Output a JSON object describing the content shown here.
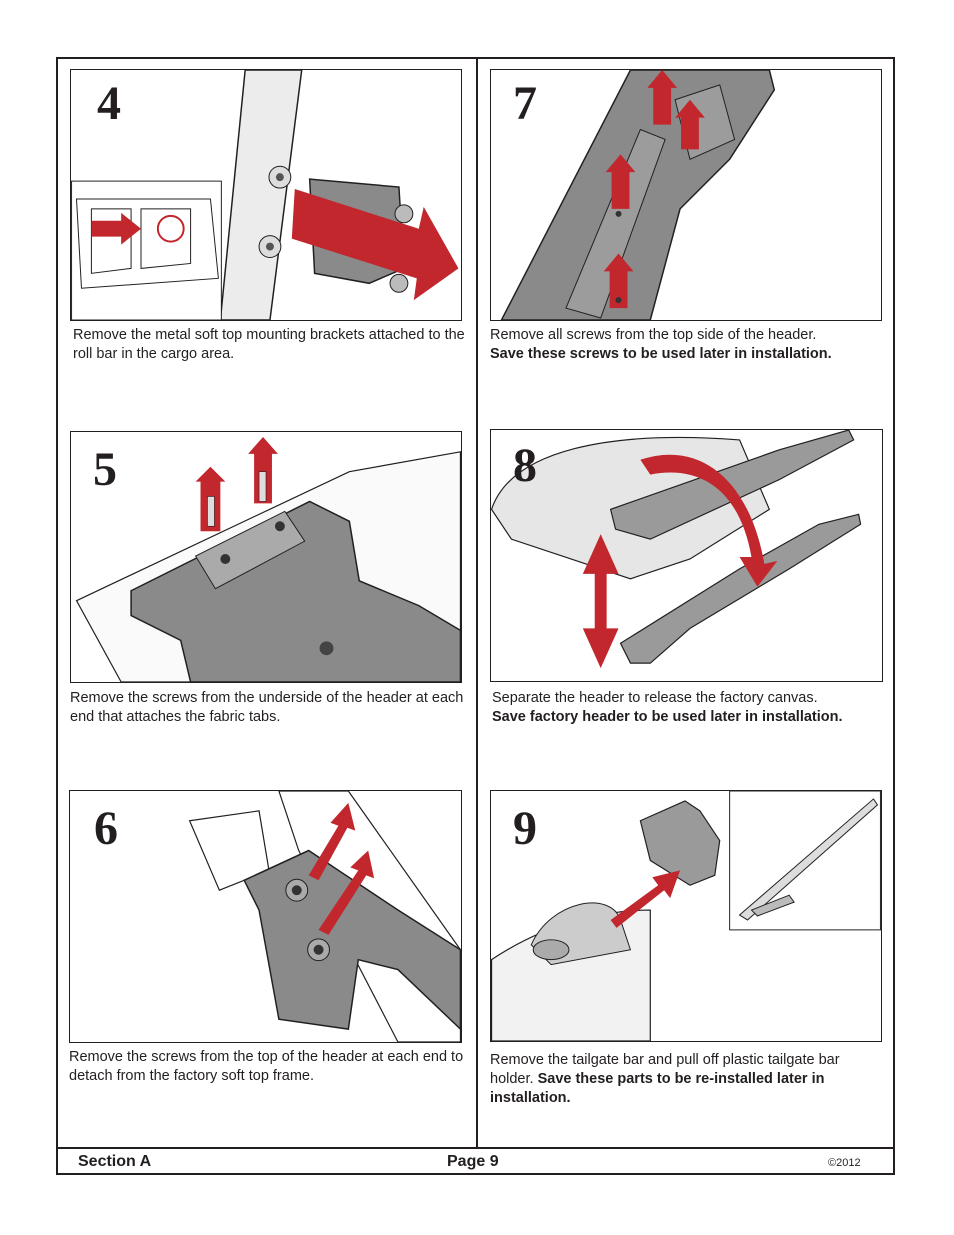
{
  "steps": [
    {
      "number": "4",
      "caption": "Remove the metal soft top mounting brackets attached to the roll bar in the cargo area.",
      "caption_bold": ""
    },
    {
      "number": "5",
      "caption": "Remove the screws from the underside of the header at each end that attaches the fabric tabs.",
      "caption_bold": ""
    },
    {
      "number": "6",
      "caption": "Remove the screws from the top of the header at each end to detach from the factory soft top frame.",
      "caption_bold": ""
    },
    {
      "number": "7",
      "caption": "Remove all screws from the top side of the header.",
      "caption_bold": "Save these screws to be used later in installation."
    },
    {
      "number": "8",
      "caption": "Separate the header to release the factory canvas.",
      "caption_bold": "Save factory header to be used later in installation."
    },
    {
      "number": "9",
      "caption": "Remove the tailgate bar and pull off plastic tailgate bar holder.",
      "caption_bold": "Save these parts to be re-installed later in installation."
    }
  ],
  "footer": {
    "section": "Section A",
    "page": "Page 9",
    "copyright": "©2012"
  },
  "colors": {
    "arrow_red": "#c1272d",
    "part_gray": "#8a8a8a",
    "outline": "#231f20"
  }
}
